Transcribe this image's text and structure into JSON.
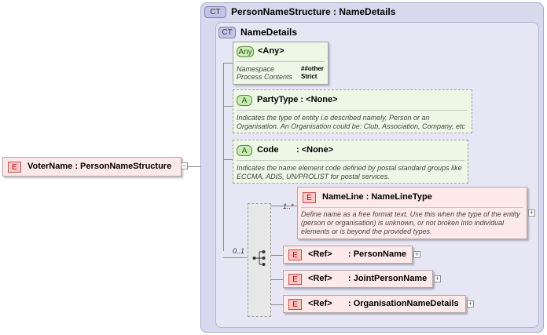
{
  "root": {
    "badge": "E",
    "label": "VoterName : PersonNameStructure"
  },
  "outer_type": {
    "badge": "CT",
    "title": "PersonNameStructure : NameDetails"
  },
  "inner_type": {
    "badge": "CT",
    "title": "NameDetails"
  },
  "any_attr": {
    "badge": "Any",
    "title": "<Any>",
    "namespace_label": "Namespace",
    "namespace_value": "##other",
    "process_label": "Process Contents",
    "process_value": "Strict"
  },
  "party_type": {
    "badge": "A",
    "title": "PartyType : <None>",
    "desc_line1": "Indicates the type of entity i.e described namely, Person or an",
    "desc_line2": "Organisation. An Organisation could be: Club, Association, Company, etc"
  },
  "code": {
    "badge": "A",
    "title": "Code",
    "type": ": <None>",
    "desc_line1": "Indicates the name element code defined by postal standard groups like",
    "desc_line2": "ECCMA, ADIS, UN/PROLIST for postal services."
  },
  "sequence": {
    "cardinality": "0..1"
  },
  "name_line": {
    "badge": "E",
    "title": "NameLine : NameLineType",
    "cardinality": "1..*",
    "desc_line1": "Define name as a free format text. Use this when the type of the entity",
    "desc_line2": "(person or organisation) is unknown, or not broken into individual",
    "desc_line3": "elements or is beyond the provided types."
  },
  "refs": [
    {
      "badge": "E",
      "ref": "<Ref>",
      "name": ": PersonName"
    },
    {
      "badge": "E",
      "ref": "<Ref>",
      "name": ": JointPersonName"
    },
    {
      "badge": "E",
      "ref": "<Ref>",
      "name": ": OrganisationNameDetails"
    }
  ],
  "expand_symbol": "+",
  "collapse_symbol": "−",
  "colors": {
    "type_bg": "#d9d9ee",
    "element_bg": "#fde9e9",
    "attribute_bg": "#eef7e6"
  }
}
